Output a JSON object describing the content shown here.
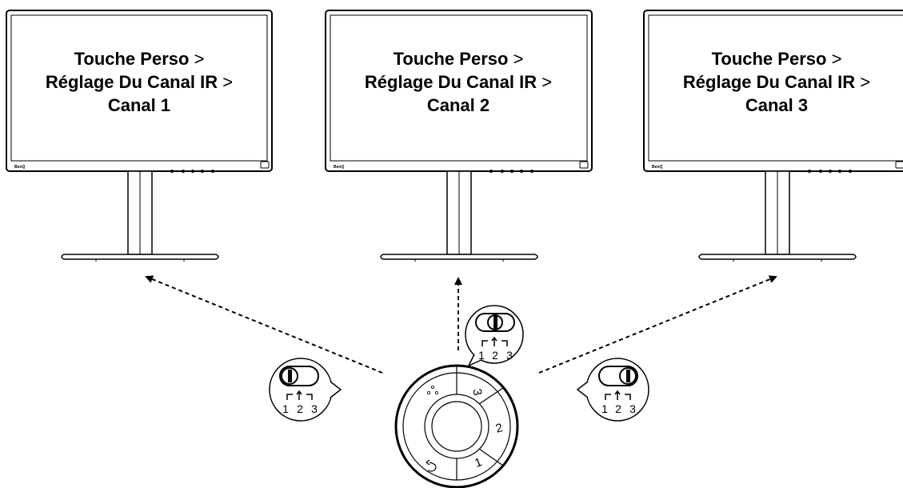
{
  "monitors": [
    {
      "menu": "Touche Perso",
      "setting": "Réglage Du Canal IR",
      "channel": "Canal 1",
      "separator": ">",
      "logo": "BenQ"
    },
    {
      "menu": "Touche Perso",
      "setting": "Réglage Du Canal IR",
      "channel": "Canal 2",
      "separator": ">",
      "logo": "BenQ"
    },
    {
      "menu": "Touche Perso",
      "setting": "Réglage Du Canal IR",
      "channel": "Canal 3",
      "separator": ">",
      "logo": "BenQ"
    }
  ],
  "switches": [
    {
      "labels": [
        "1",
        "2",
        "3"
      ],
      "selected": "1"
    },
    {
      "labels": [
        "1",
        "2",
        "3"
      ],
      "selected": "2"
    },
    {
      "labels": [
        "1",
        "2",
        "3"
      ],
      "selected": "3"
    }
  ],
  "puck": {
    "buttons": [
      "3",
      "2",
      "1"
    ],
    "icons": [
      "dots-icon",
      "back-icon"
    ]
  },
  "colors": {
    "line": "#000000",
    "background": "#ffffff"
  }
}
